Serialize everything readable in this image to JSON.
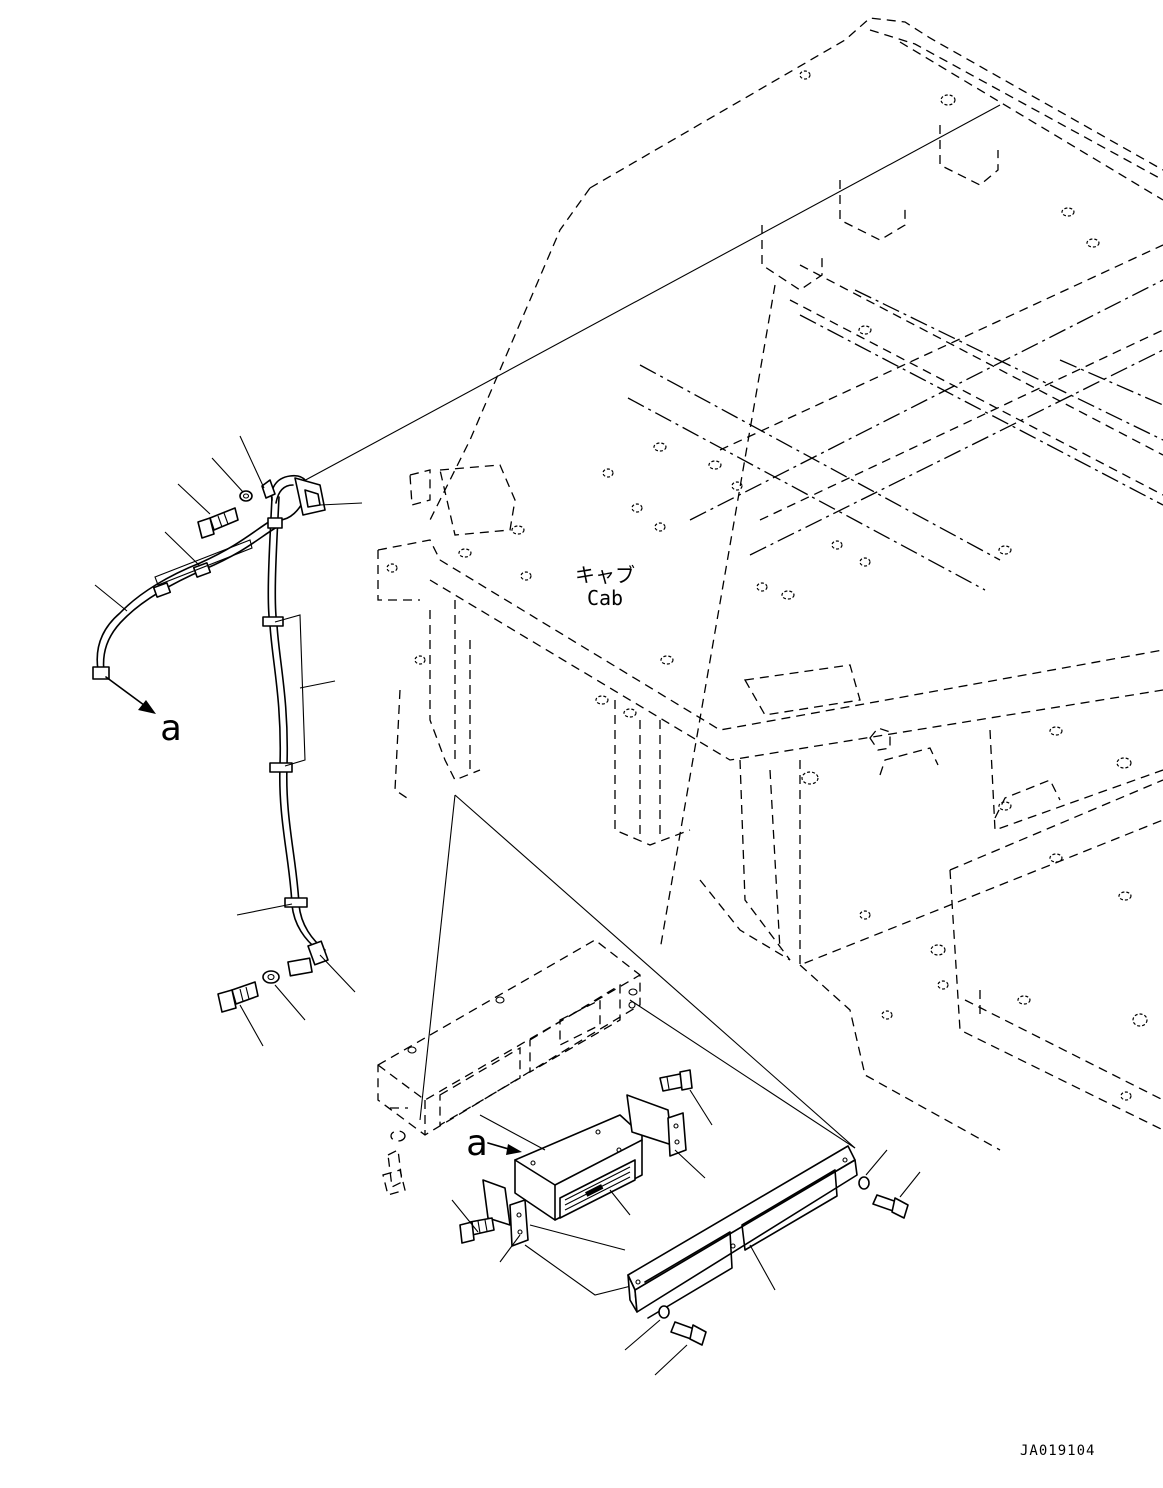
{
  "labels": {
    "cab_jp": "キャブ",
    "cab_en": "Cab",
    "view_ref_upper": "a",
    "view_ref_lower": "a",
    "drawing_number": "JA019104"
  }
}
